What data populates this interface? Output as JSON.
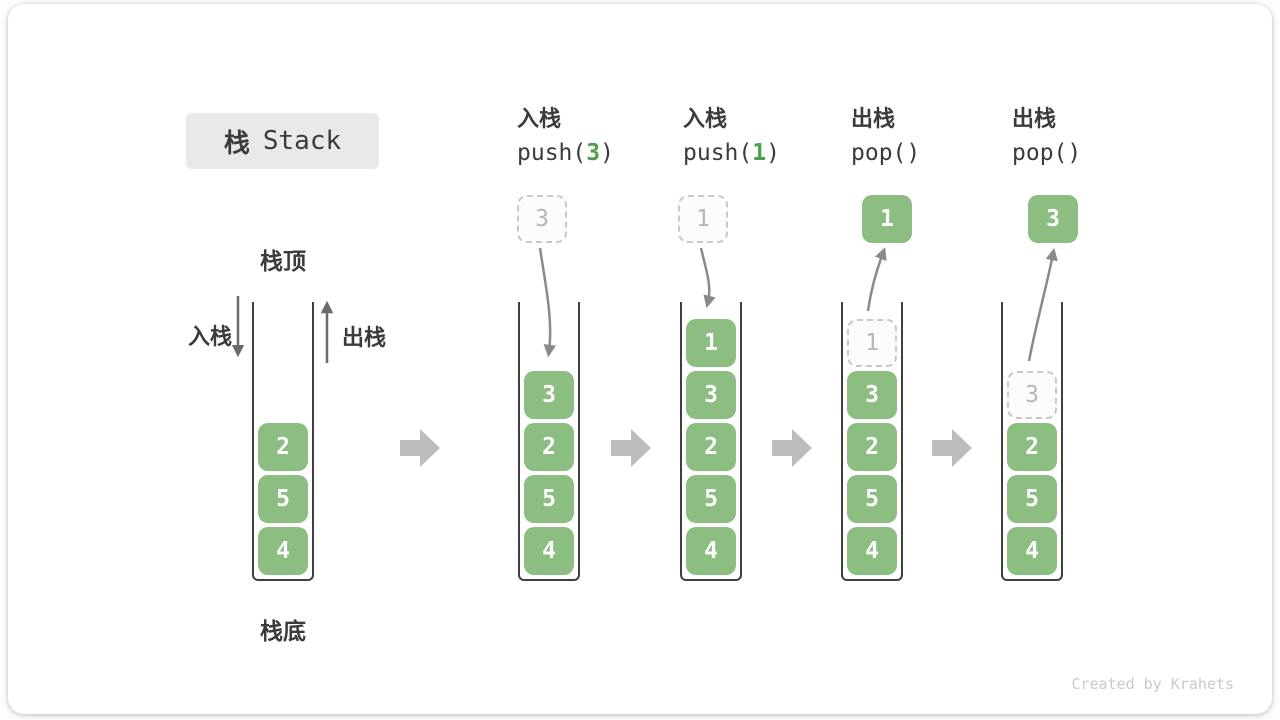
{
  "title": {
    "zh": "栈",
    "en": "Stack"
  },
  "labels": {
    "stack_top": "栈顶",
    "stack_bottom": "栈底",
    "push_arrow": "入栈",
    "pop_arrow": "出栈"
  },
  "steps": [
    {
      "op": "入栈",
      "code_pre": "push(",
      "code_arg": "3",
      "code_post": ")",
      "float_value": "3",
      "float_style": "dashed"
    },
    {
      "op": "入栈",
      "code_pre": "push(",
      "code_arg": "1",
      "code_post": ")",
      "float_value": "1",
      "float_style": "dashed"
    },
    {
      "op": "出栈",
      "code_pre": "pop(",
      "code_arg": "",
      "code_post": ")",
      "float_value": "1",
      "float_style": "solid"
    },
    {
      "op": "出栈",
      "code_pre": "pop(",
      "code_arg": "",
      "code_post": ")",
      "float_value": "3",
      "float_style": "solid"
    }
  ],
  "stacks": [
    {
      "items": [
        {
          "value": "2",
          "style": "solid"
        },
        {
          "value": "5",
          "style": "solid"
        },
        {
          "value": "4",
          "style": "solid"
        }
      ]
    },
    {
      "items": [
        {
          "value": "3",
          "style": "solid"
        },
        {
          "value": "2",
          "style": "solid"
        },
        {
          "value": "5",
          "style": "solid"
        },
        {
          "value": "4",
          "style": "solid"
        }
      ]
    },
    {
      "items": [
        {
          "value": "1",
          "style": "solid"
        },
        {
          "value": "3",
          "style": "solid"
        },
        {
          "value": "2",
          "style": "solid"
        },
        {
          "value": "5",
          "style": "solid"
        },
        {
          "value": "4",
          "style": "solid"
        }
      ]
    },
    {
      "items": [
        {
          "value": "1",
          "style": "dashed"
        },
        {
          "value": "3",
          "style": "solid"
        },
        {
          "value": "2",
          "style": "solid"
        },
        {
          "value": "5",
          "style": "solid"
        },
        {
          "value": "4",
          "style": "solid"
        }
      ]
    },
    {
      "items": [
        {
          "value": "3",
          "style": "dashed"
        },
        {
          "value": "2",
          "style": "solid"
        },
        {
          "value": "5",
          "style": "solid"
        },
        {
          "value": "4",
          "style": "solid"
        }
      ]
    }
  ],
  "credit": "Created by Krahets",
  "colors": {
    "item_green": "#8cbe82",
    "code_arg_green": "#4d9e4d",
    "wall_dark": "#3f3f3f",
    "curved_arrow_gray": "#8a8a8a",
    "side_arrow_gray": "#6b6b6b",
    "block_arrow_gray": "#bdbdbd",
    "dashed_border_gray": "#c8c8c8",
    "dashed_text_gray": "#b6b6b6",
    "title_bg_gray": "#e9e9e9",
    "text_dark": "#3b3b3b",
    "credit_gray": "#c9c9c9"
  }
}
